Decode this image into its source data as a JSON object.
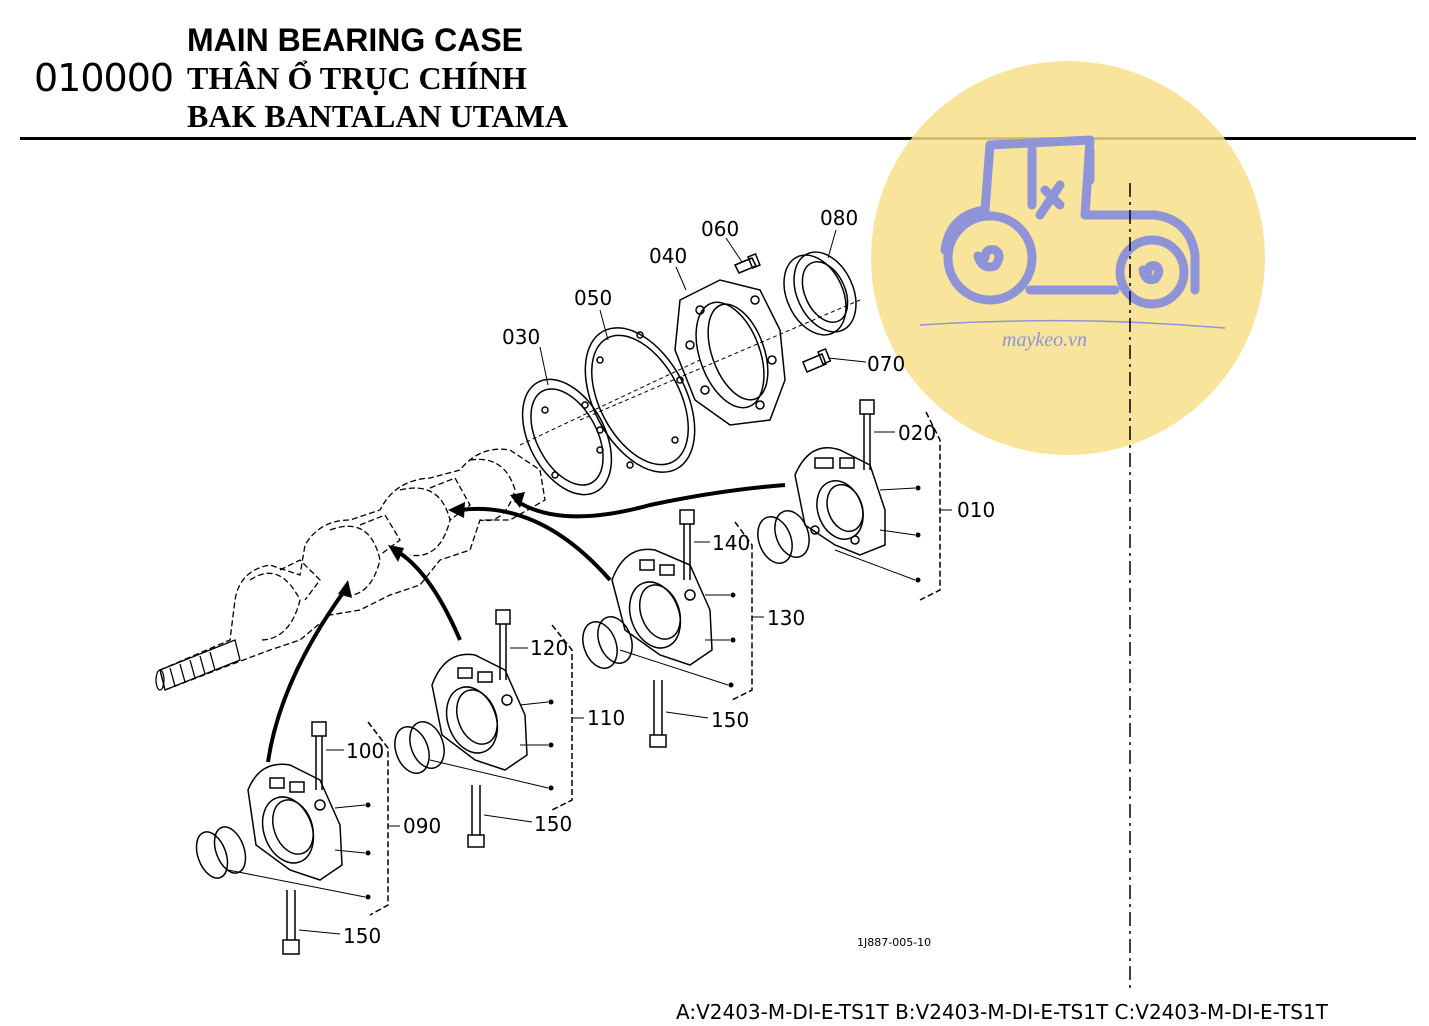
{
  "header": {
    "code": "010000",
    "title_en": "MAIN BEARING CASE",
    "title_vi": "THÂN Ổ TRỤC CHÍNH",
    "title_id": "BAK BANTALAN UTAMA"
  },
  "watermark": {
    "text": "maykeo.vn",
    "circle_color": "#f7e08a",
    "icon_color": "#8f94d8",
    "icon": "tractor-icon"
  },
  "part_labels": {
    "p010": "010",
    "p020": "020",
    "p030": "030",
    "p040": "040",
    "p050": "050",
    "p060": "060",
    "p070": "070",
    "p080": "080",
    "p090": "090",
    "p100": "100",
    "p110": "110",
    "p120": "120",
    "p130": "130",
    "p140": "140",
    "p150": "150"
  },
  "drawing_code": "1J887-005-10",
  "footer": "A:V2403-M-DI-E-TS1T B:V2403-M-DI-E-TS1T C:V2403-M-DI-E-TS1T"
}
